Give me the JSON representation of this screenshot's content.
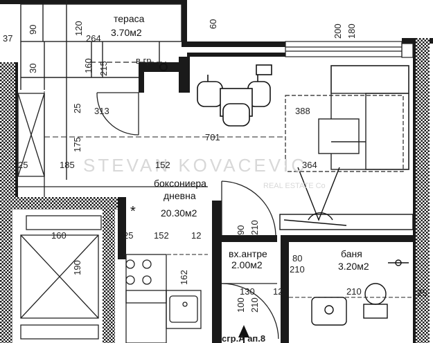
{
  "rooms": {
    "terrace_name": "тераса",
    "terrace_area": "3.70м2",
    "living_name": "боксониера",
    "living_sub": "дневна",
    "living_area": "20.30м2",
    "entry_name": "вх.антре",
    "entry_area": "2.00м2",
    "bath_name": "баня",
    "bath_area": "3.20м2"
  },
  "labels": {
    "drain": "в.гр.",
    "stair_label": "сгр.А ап.8",
    "watermark": "STEVAN KOVACEVIC",
    "watermark_sub": "REAL ESTATE Co"
  },
  "dims": {
    "d37": "37",
    "d90a": "90",
    "d120": "120",
    "d264": "264",
    "d60": "60",
    "d200": "200",
    "d180": "180",
    "d30": "30",
    "d160": "160",
    "d215": "215",
    "d313": "313",
    "d25a": "25",
    "d388": "388",
    "d701": "701",
    "d175": "175",
    "d25b": "25",
    "d185": "185",
    "d152a": "152",
    "d364": "364",
    "d160b": "160",
    "d25c": "25",
    "d152b": "152",
    "d12a": "12",
    "d90b": "90",
    "d210a": "210",
    "d190": "190",
    "d80": "80",
    "d210b": "210",
    "d162": "162",
    "d130": "130",
    "d12b": "12",
    "d210c": "210",
    "d100": "100",
    "d210d": "210",
    "d25d": "25"
  },
  "colors": {
    "wall": "#1a1a1a",
    "hatch": "#1a1a1a",
    "line": "#222222"
  }
}
